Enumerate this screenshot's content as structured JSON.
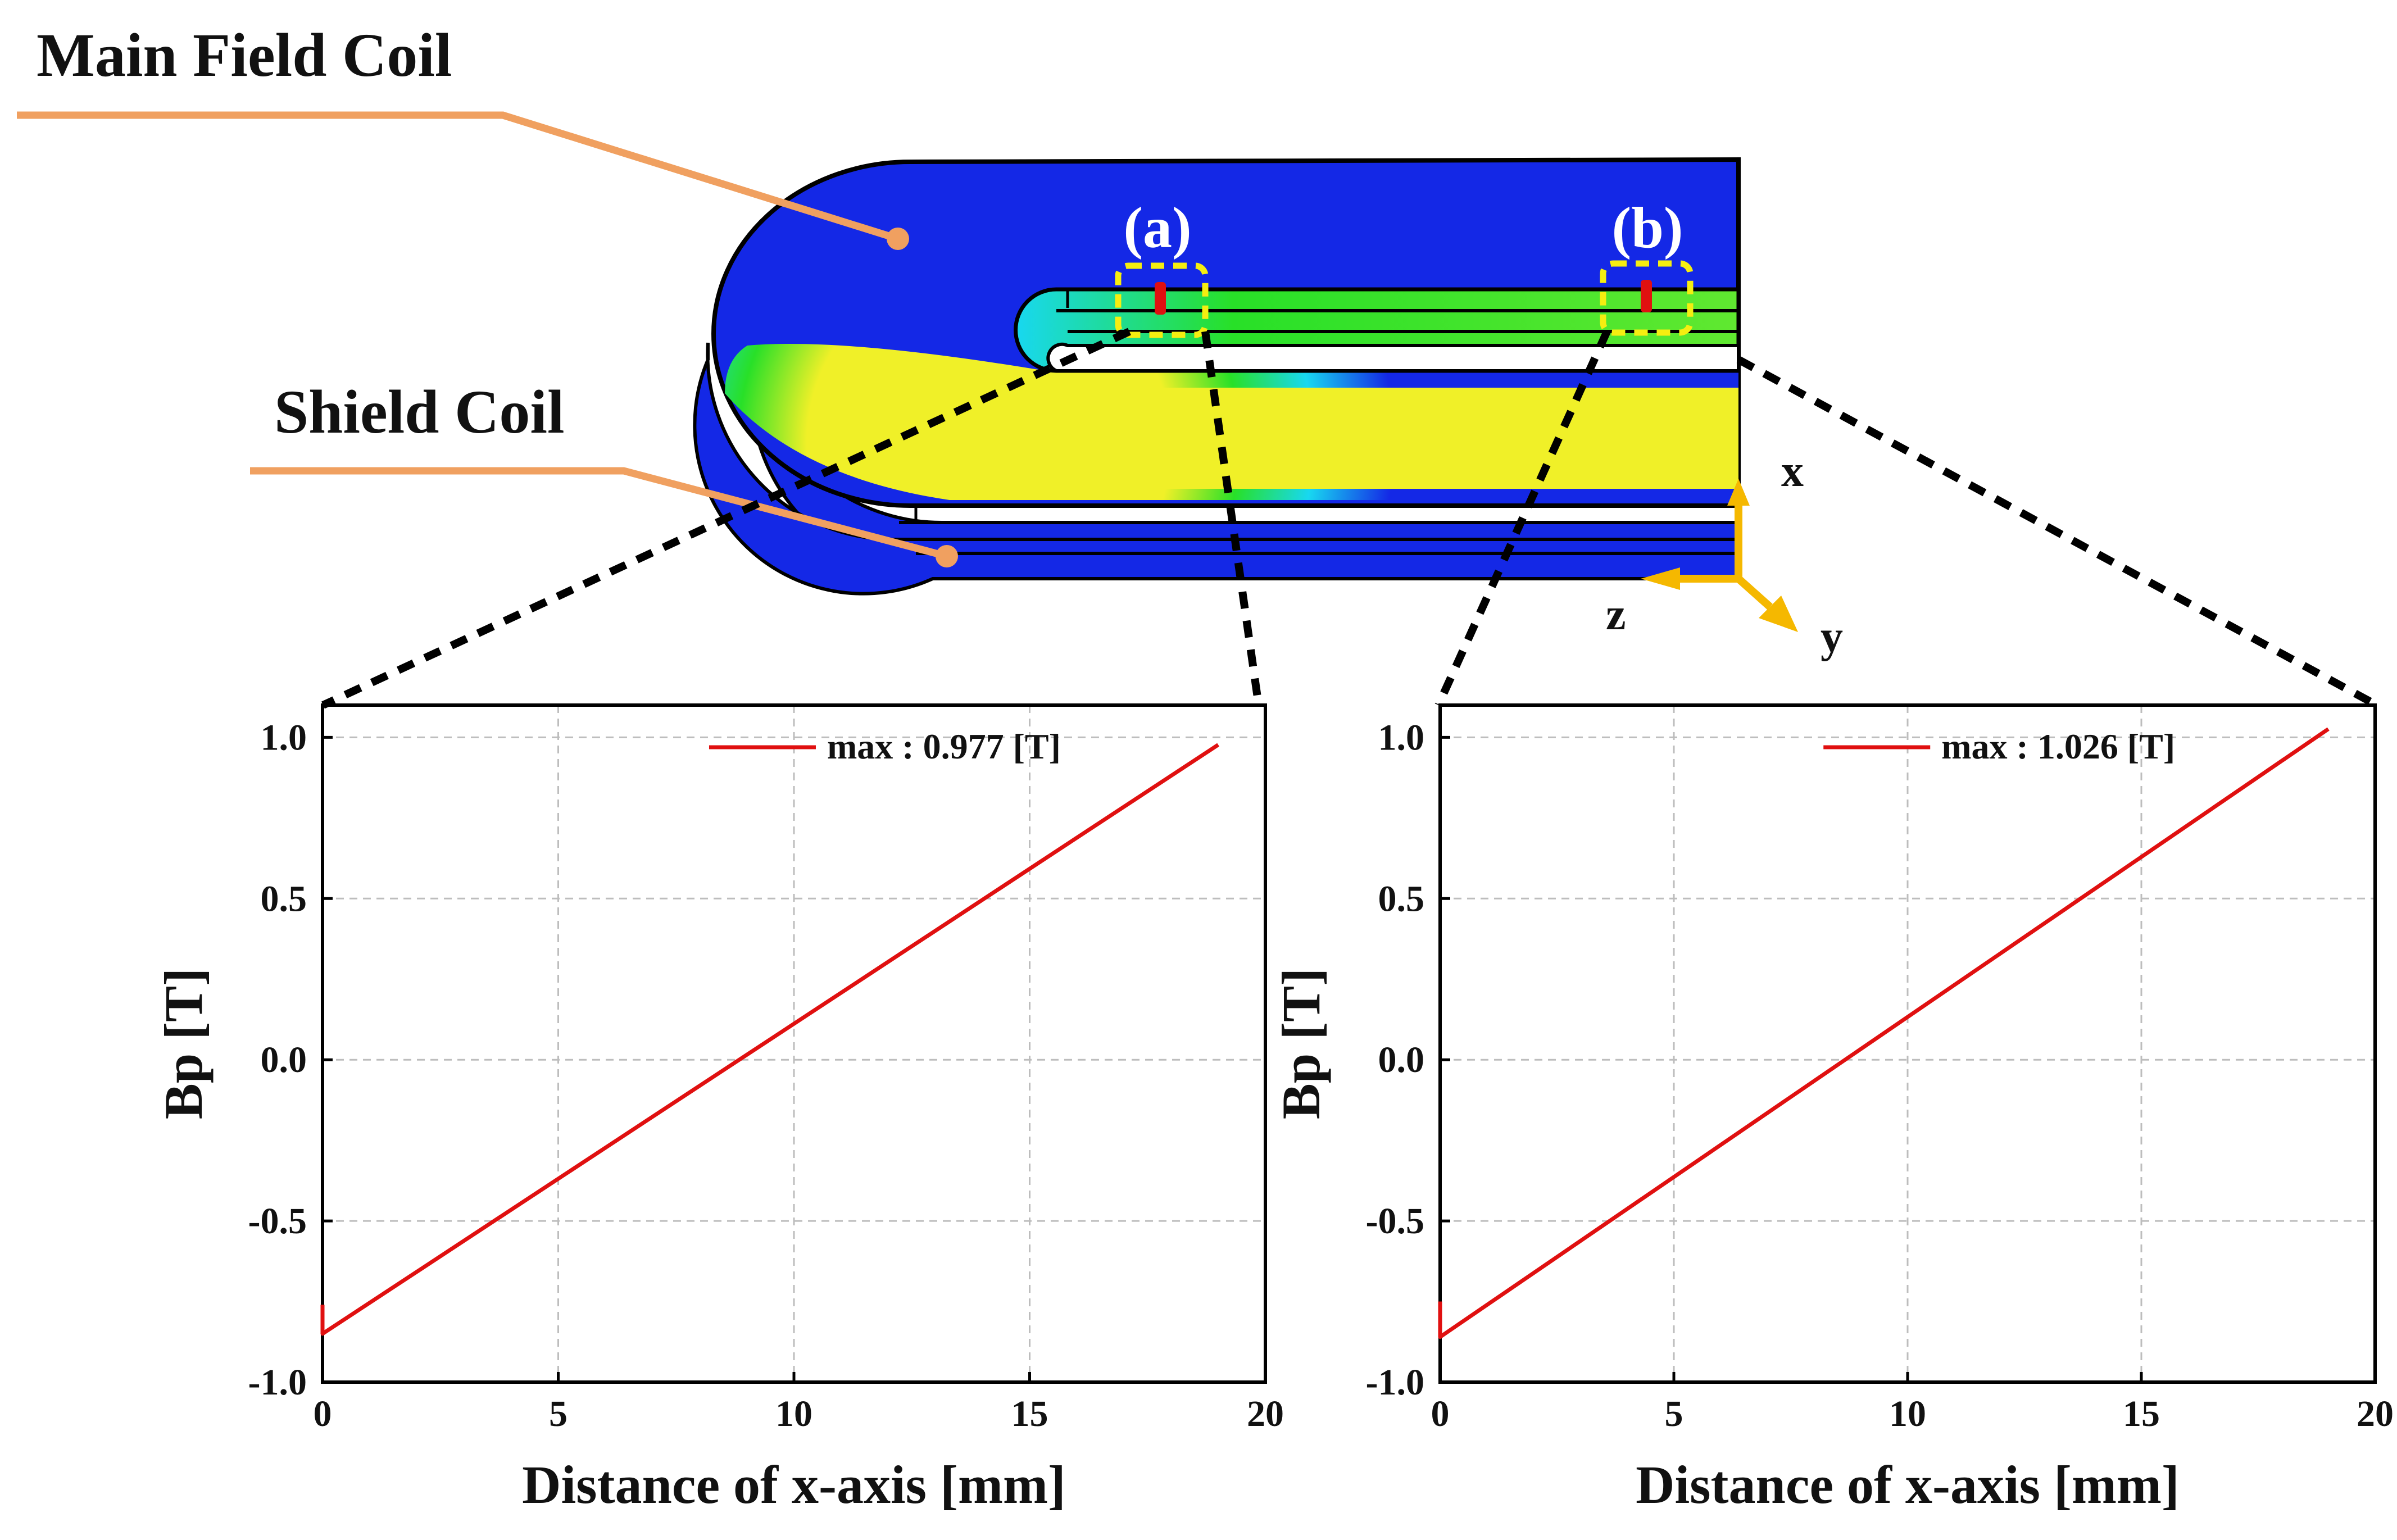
{
  "diagram": {
    "main_coil_label": "Main Field Coil",
    "shield_coil_label": "Shield Coil",
    "region_a_label": "(a)",
    "region_b_label": "(b)",
    "axis_x": "x",
    "axis_y": "y",
    "axis_z": "z",
    "colors": {
      "leader": "#f0a060",
      "coil_blue": "#1428e6",
      "field_yellow": "#f0f028",
      "field_green": "#28e028",
      "field_cyan": "#18d8f0",
      "highlight_box": "#f5ee10",
      "probe_red": "#e01010",
      "triad": "#f5b800"
    }
  },
  "chart_data": [
    {
      "type": "line",
      "panel": "a",
      "xlabel": "Distance of x-axis [mm]",
      "ylabel": "Bp [T]",
      "xlim": [
        0,
        20
      ],
      "ylim": [
        -1.0,
        1.1
      ],
      "xticks": [
        0,
        5,
        10,
        15,
        20
      ],
      "yticks": [
        -1.0,
        -0.5,
        0.0,
        0.5,
        1.0
      ],
      "xtick_labels": [
        "0",
        "5",
        "10",
        "15",
        "20"
      ],
      "ytick_labels": [
        "-1.0",
        "-0.5",
        "0.0",
        "0.5",
        "1.0"
      ],
      "grid": true,
      "legend_position": "top-right",
      "series": [
        {
          "name": "max : 0.977 [T]",
          "color": "#e01010",
          "x": [
            0,
            0,
            19
          ],
          "y": [
            -0.76,
            -0.85,
            0.977
          ]
        }
      ]
    },
    {
      "type": "line",
      "panel": "b",
      "xlabel": "Distance of x-axis [mm]",
      "ylabel": "Bp [T]",
      "xlim": [
        0,
        20
      ],
      "ylim": [
        -1.0,
        1.1
      ],
      "xticks": [
        0,
        5,
        10,
        15,
        20
      ],
      "yticks": [
        -1.0,
        -0.5,
        0.0,
        0.5,
        1.0
      ],
      "xtick_labels": [
        "0",
        "5",
        "10",
        "15",
        "20"
      ],
      "ytick_labels": [
        "-1.0",
        "-0.5",
        "0.0",
        "0.5",
        "1.0"
      ],
      "grid": true,
      "legend_position": "top-right",
      "series": [
        {
          "name": "max : 1.026 [T]",
          "color": "#e01010",
          "x": [
            0,
            0,
            19
          ],
          "y": [
            -0.75,
            -0.86,
            1.026
          ]
        }
      ]
    }
  ]
}
